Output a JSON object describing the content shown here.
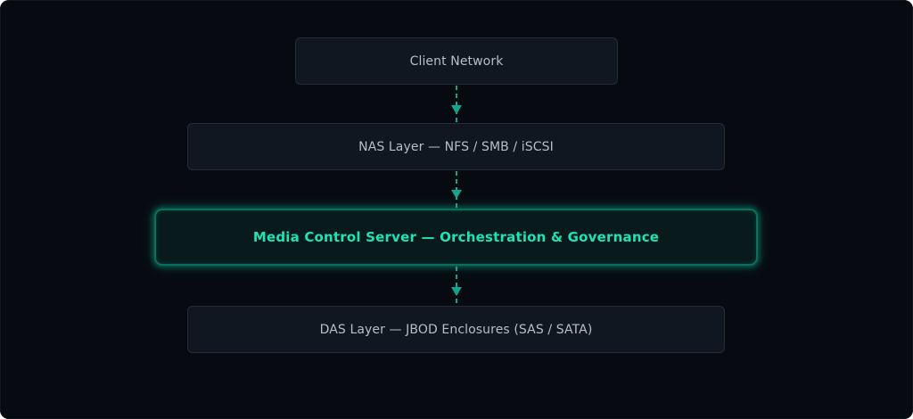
{
  "diagram": {
    "type": "layered-architecture-flow",
    "accent_color": "#10b295",
    "highlight_text_color": "#1ee3b4",
    "nodes": [
      {
        "id": "client",
        "label": "Client Network"
      },
      {
        "id": "nas",
        "label": "NAS Layer — NFS / SMB / iSCSI"
      },
      {
        "id": "mcs",
        "label": "Media Control Server — Orchestration & Governance",
        "highlighted": true
      },
      {
        "id": "das",
        "label": "DAS Layer — JBOD Enclosures (SAS / SATA)"
      }
    ],
    "edges": [
      {
        "from": "client",
        "to": "nas",
        "style": "dashed",
        "arrow": "down"
      },
      {
        "from": "nas",
        "to": "mcs",
        "style": "dashed",
        "arrow": "down"
      },
      {
        "from": "mcs",
        "to": "das",
        "style": "dashed",
        "arrow": "down"
      }
    ]
  }
}
